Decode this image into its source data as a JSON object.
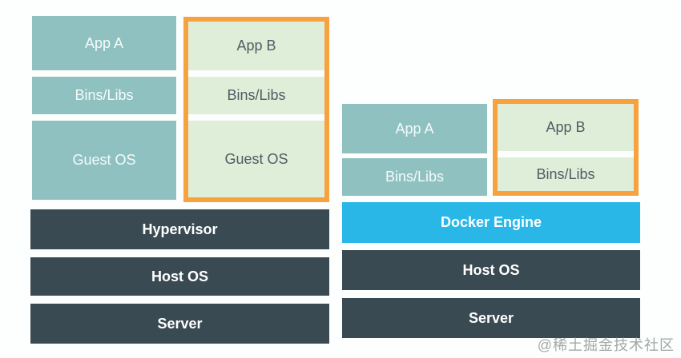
{
  "diagram": {
    "vm": {
      "left_column": {
        "rows": [
          {
            "label": "App A"
          },
          {
            "label": "Bins/Libs"
          },
          {
            "label": "Guest OS"
          }
        ]
      },
      "highlighted_column": {
        "rows": [
          {
            "label": "App B"
          },
          {
            "label": "Bins/Libs"
          },
          {
            "label": "Guest OS"
          }
        ]
      },
      "base_rows": [
        {
          "label": "Hypervisor"
        },
        {
          "label": "Host OS"
        },
        {
          "label": "Server"
        }
      ]
    },
    "docker": {
      "left_column": {
        "rows": [
          {
            "label": "App A"
          },
          {
            "label": "Bins/Libs"
          }
        ]
      },
      "highlighted_column": {
        "rows": [
          {
            "label": "App B"
          },
          {
            "label": "Bins/Libs"
          }
        ]
      },
      "engine": {
        "label": "Docker Engine"
      },
      "base_rows": [
        {
          "label": "Host OS"
        },
        {
          "label": "Server"
        }
      ]
    },
    "colors": {
      "teal": "#90c1c1",
      "light_green": "#dfeed9",
      "orange_border": "#f6a23f",
      "dark_slate": "#3a4a52",
      "docker_blue": "#29b7e8"
    }
  },
  "watermark": {
    "text": "@稀土掘金技术社区"
  }
}
